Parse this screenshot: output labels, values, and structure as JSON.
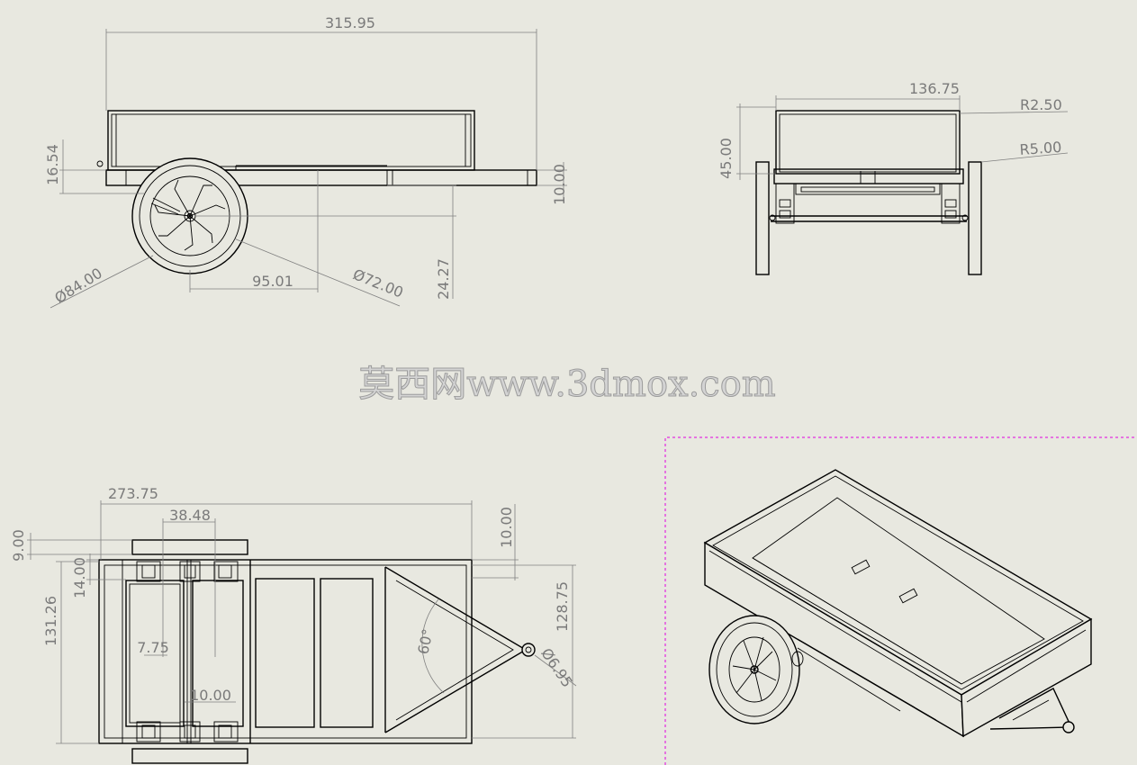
{
  "watermark": "莫西网www.3dmox.com",
  "side_view": {
    "overall_length": "315.95",
    "deck_height": "16.54",
    "frame_thickness": "10.00",
    "wheel_outer_dia": "Ø84.00",
    "wheel_inner_dia": "Ø72.00",
    "axle_offset": "95.01",
    "axle_drop": "24.27"
  },
  "rear_view": {
    "width": "136.75",
    "radius_small": "R2.50",
    "radius_large": "R5.00",
    "height": "45.00"
  },
  "top_view": {
    "frame_length": "273.75",
    "wheel_spacing": "38.48",
    "offset_9": "9.00",
    "offset_10_top": "10.00",
    "offset_14": "14.00",
    "overall_width": "131.26",
    "inner_width": "128.75",
    "slot_width": "7.75",
    "offset_10_bottom": "10.00",
    "hitch_angle": "60°",
    "hitch_hole": "Ø6.95"
  },
  "iso_view": {
    "border_color": "#e000e0"
  }
}
